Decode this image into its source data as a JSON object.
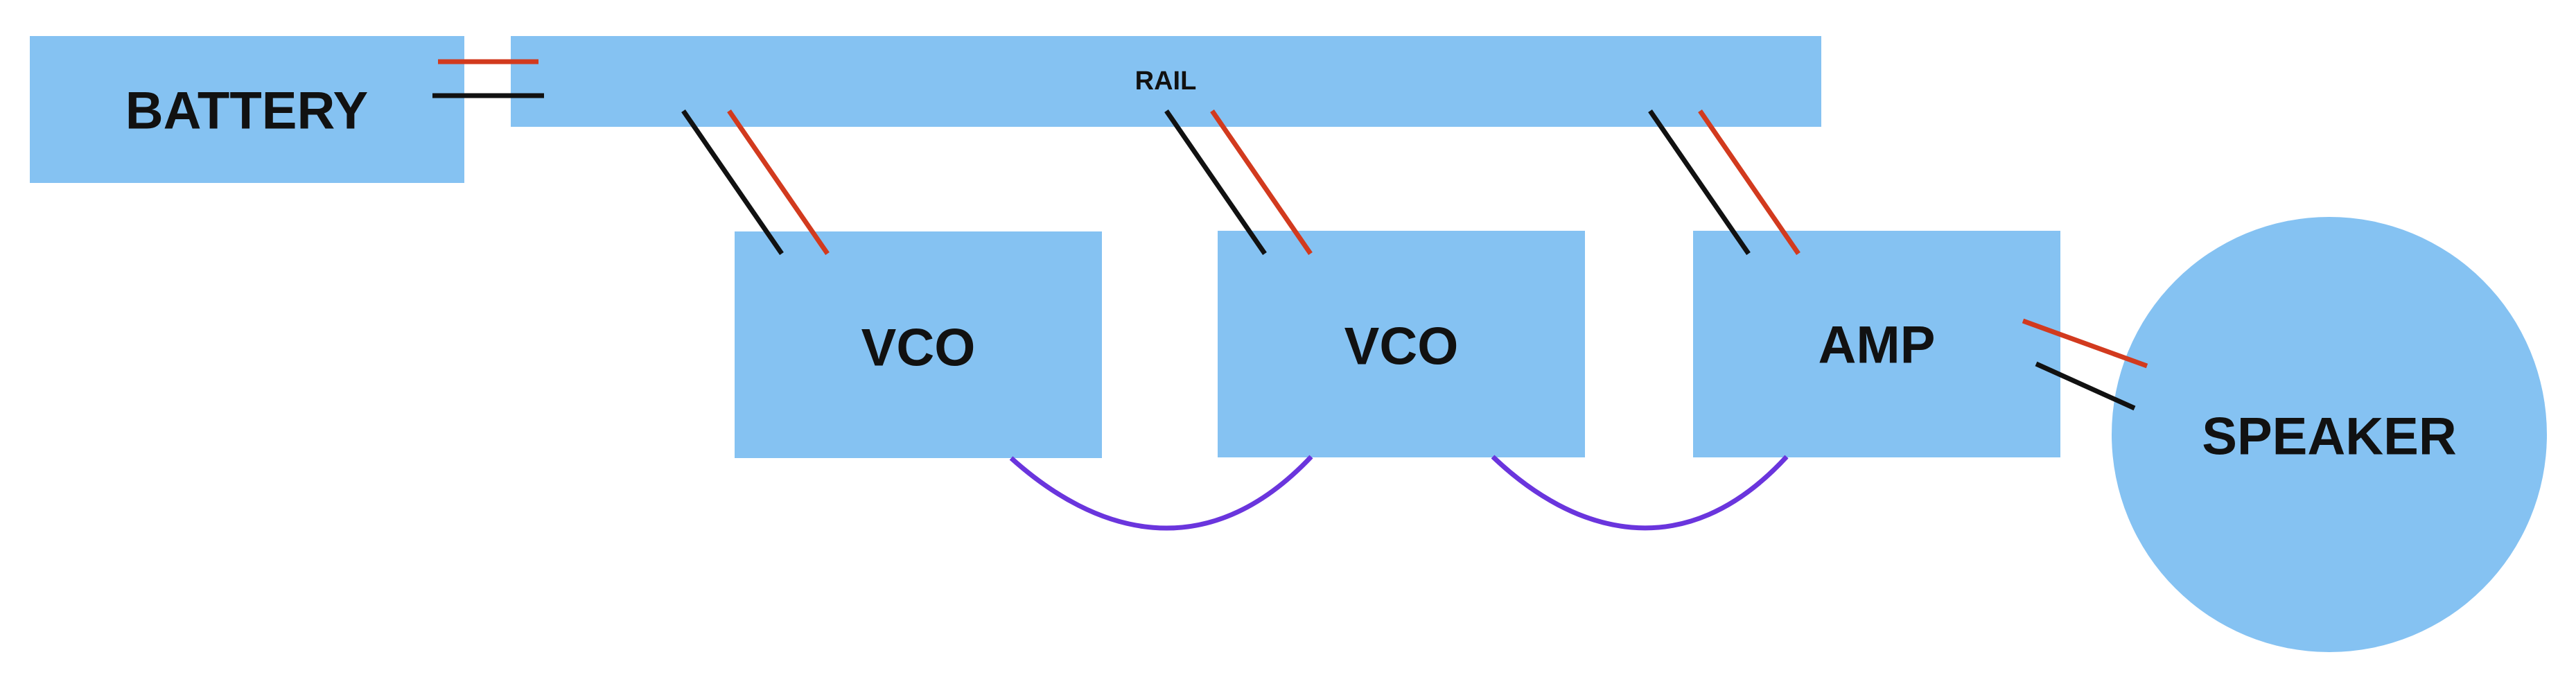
{
  "diagram": {
    "nodes": {
      "battery": {
        "label": "BATTERY"
      },
      "rail": {
        "label": "RAIL"
      },
      "vco1": {
        "label": "VCO"
      },
      "vco2": {
        "label": "VCO"
      },
      "amp": {
        "label": "AMP"
      },
      "speaker": {
        "label": "SPEAKER"
      }
    },
    "wire_colors": {
      "positive": "#d23a1e",
      "negative": "#111111",
      "signal": "#6a35dd"
    },
    "box_color": "#85c2f2"
  }
}
